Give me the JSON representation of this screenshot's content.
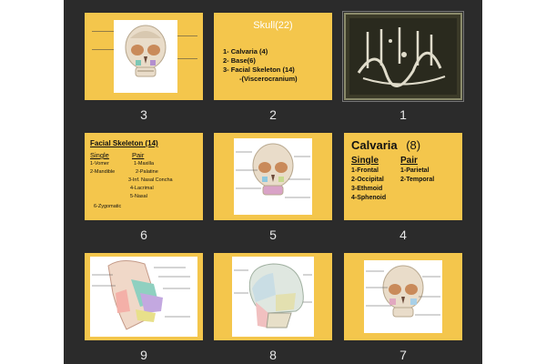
{
  "slides": {
    "s3": {
      "number": "3"
    },
    "s2": {
      "number": "2",
      "title": "Skull(22)",
      "line1": "1- Calvaria (4)",
      "line2": "2- Base(6)",
      "line3": "3- Facial Skeleton (14)",
      "line4": "-(Viscerocranium)"
    },
    "s1": {
      "number": "1"
    },
    "s6": {
      "number": "6",
      "title": "Facial Skeleton  (14)",
      "col_single": "Single",
      "col_pair": "Pair",
      "single": [
        "1-Vomer",
        "2-Mandible"
      ],
      "pair": [
        "1-Maxilla",
        "2-Palatine",
        "3-Inf. Nasal Concha",
        "4-Lacrimal",
        "5-Nasal"
      ],
      "extra": "6-Zygomatic"
    },
    "s5": {
      "number": "5"
    },
    "s4": {
      "number": "4",
      "title": "Calvaria",
      "count": "(8)",
      "col_single": "Single",
      "col_pair": "Pair",
      "single": [
        "1-Frontal",
        "2-Occipital",
        "3-Ethmoid",
        "4-Sphenoid"
      ],
      "pair": [
        "1-Parietal",
        "2-Temporal"
      ]
    },
    "s9": {
      "number": "9"
    },
    "s8": {
      "number": "8"
    },
    "s7": {
      "number": "7"
    }
  },
  "colors": {
    "slide_bg": "#f4c64c",
    "sorter_bg": "#2b2b2b",
    "calligraphy_bg": "#3b3a28"
  }
}
